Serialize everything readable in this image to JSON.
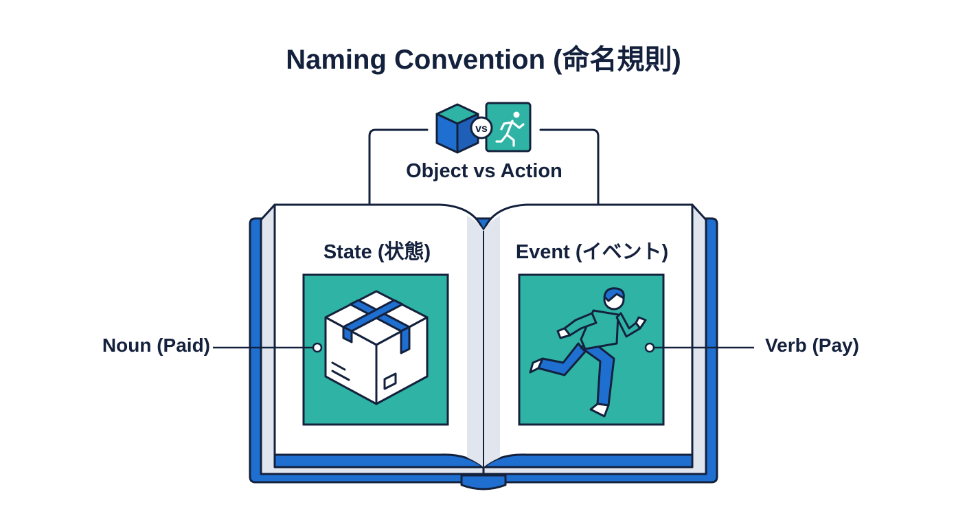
{
  "title": "Naming Convention (命名規則)",
  "callout": {
    "label": "Object vs Action",
    "vs_text": "vs"
  },
  "left_page": {
    "title": "State (状態)",
    "icon": "package-box-icon"
  },
  "right_page": {
    "title": "Event (イベント)",
    "icon": "running-person-icon"
  },
  "left_label": "Noun (Paid)",
  "right_label": "Verb (Pay)",
  "colors": {
    "navy": "#14213d",
    "book_blue": "#1f6fd1",
    "teal": "#2fb3a5",
    "page_gray": "#e1e6ee",
    "box_light": "#ffffff"
  }
}
